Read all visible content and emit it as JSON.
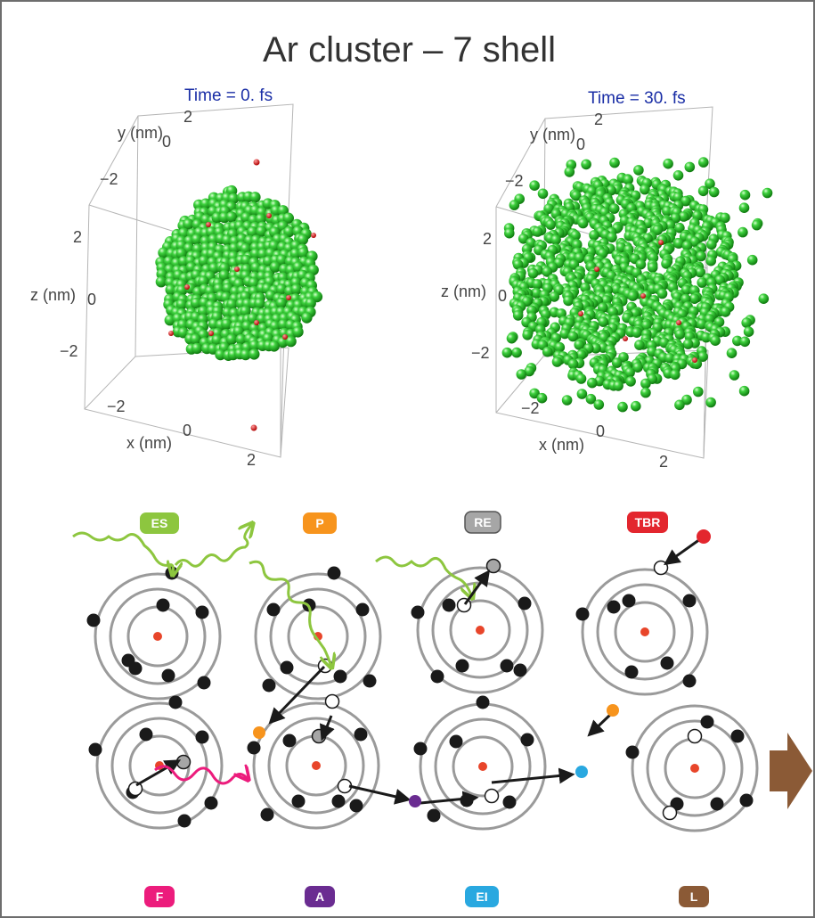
{
  "title": "Ar cluster – 7 shell",
  "panels": [
    {
      "time_label": "Time = 0. fs",
      "axes": {
        "y_label": "y (nm)",
        "z_label": "z (nm)",
        "x_label": "x (nm)",
        "y_ticks": [
          "2",
          "0",
          "−2"
        ],
        "z_ticks": [
          "2",
          "0",
          "−2"
        ],
        "x_ticks": [
          "−2",
          "0",
          "2"
        ]
      }
    },
    {
      "time_label": "Time = 30. fs",
      "axes": {
        "y_label": "y (nm)",
        "z_label": "z (nm)",
        "x_label": "x (nm)",
        "y_ticks": [
          "2",
          "0",
          "−2"
        ],
        "z_ticks": [
          "2",
          "0",
          "−2"
        ],
        "x_ticks": [
          "−2",
          "0",
          "2"
        ]
      }
    }
  ],
  "process_labels": {
    "top": [
      {
        "text": "ES",
        "color": "#8dc63f"
      },
      {
        "text": "P",
        "color": "#f7941d"
      },
      {
        "text": "RE",
        "color": "#a6a6a6"
      },
      {
        "text": "TBR",
        "color": "#e3262e"
      }
    ],
    "bottom": [
      {
        "text": "F",
        "color": "#ec1c7c"
      },
      {
        "text": "A",
        "color": "#6a2c91"
      },
      {
        "text": "EI",
        "color": "#29a8e0"
      },
      {
        "text": "L",
        "color": "#8b5a36"
      }
    ]
  },
  "colors": {
    "atom_green": "#22b422",
    "ion_red": "#d11111",
    "shell_gray": "#9a9a9a",
    "electron_black": "#1a1a1a",
    "nucleus": "#e8452a",
    "photon_green": "#8dc63f",
    "photon_pink": "#ec1c7c",
    "arrow_brown": "#8b5a36"
  }
}
